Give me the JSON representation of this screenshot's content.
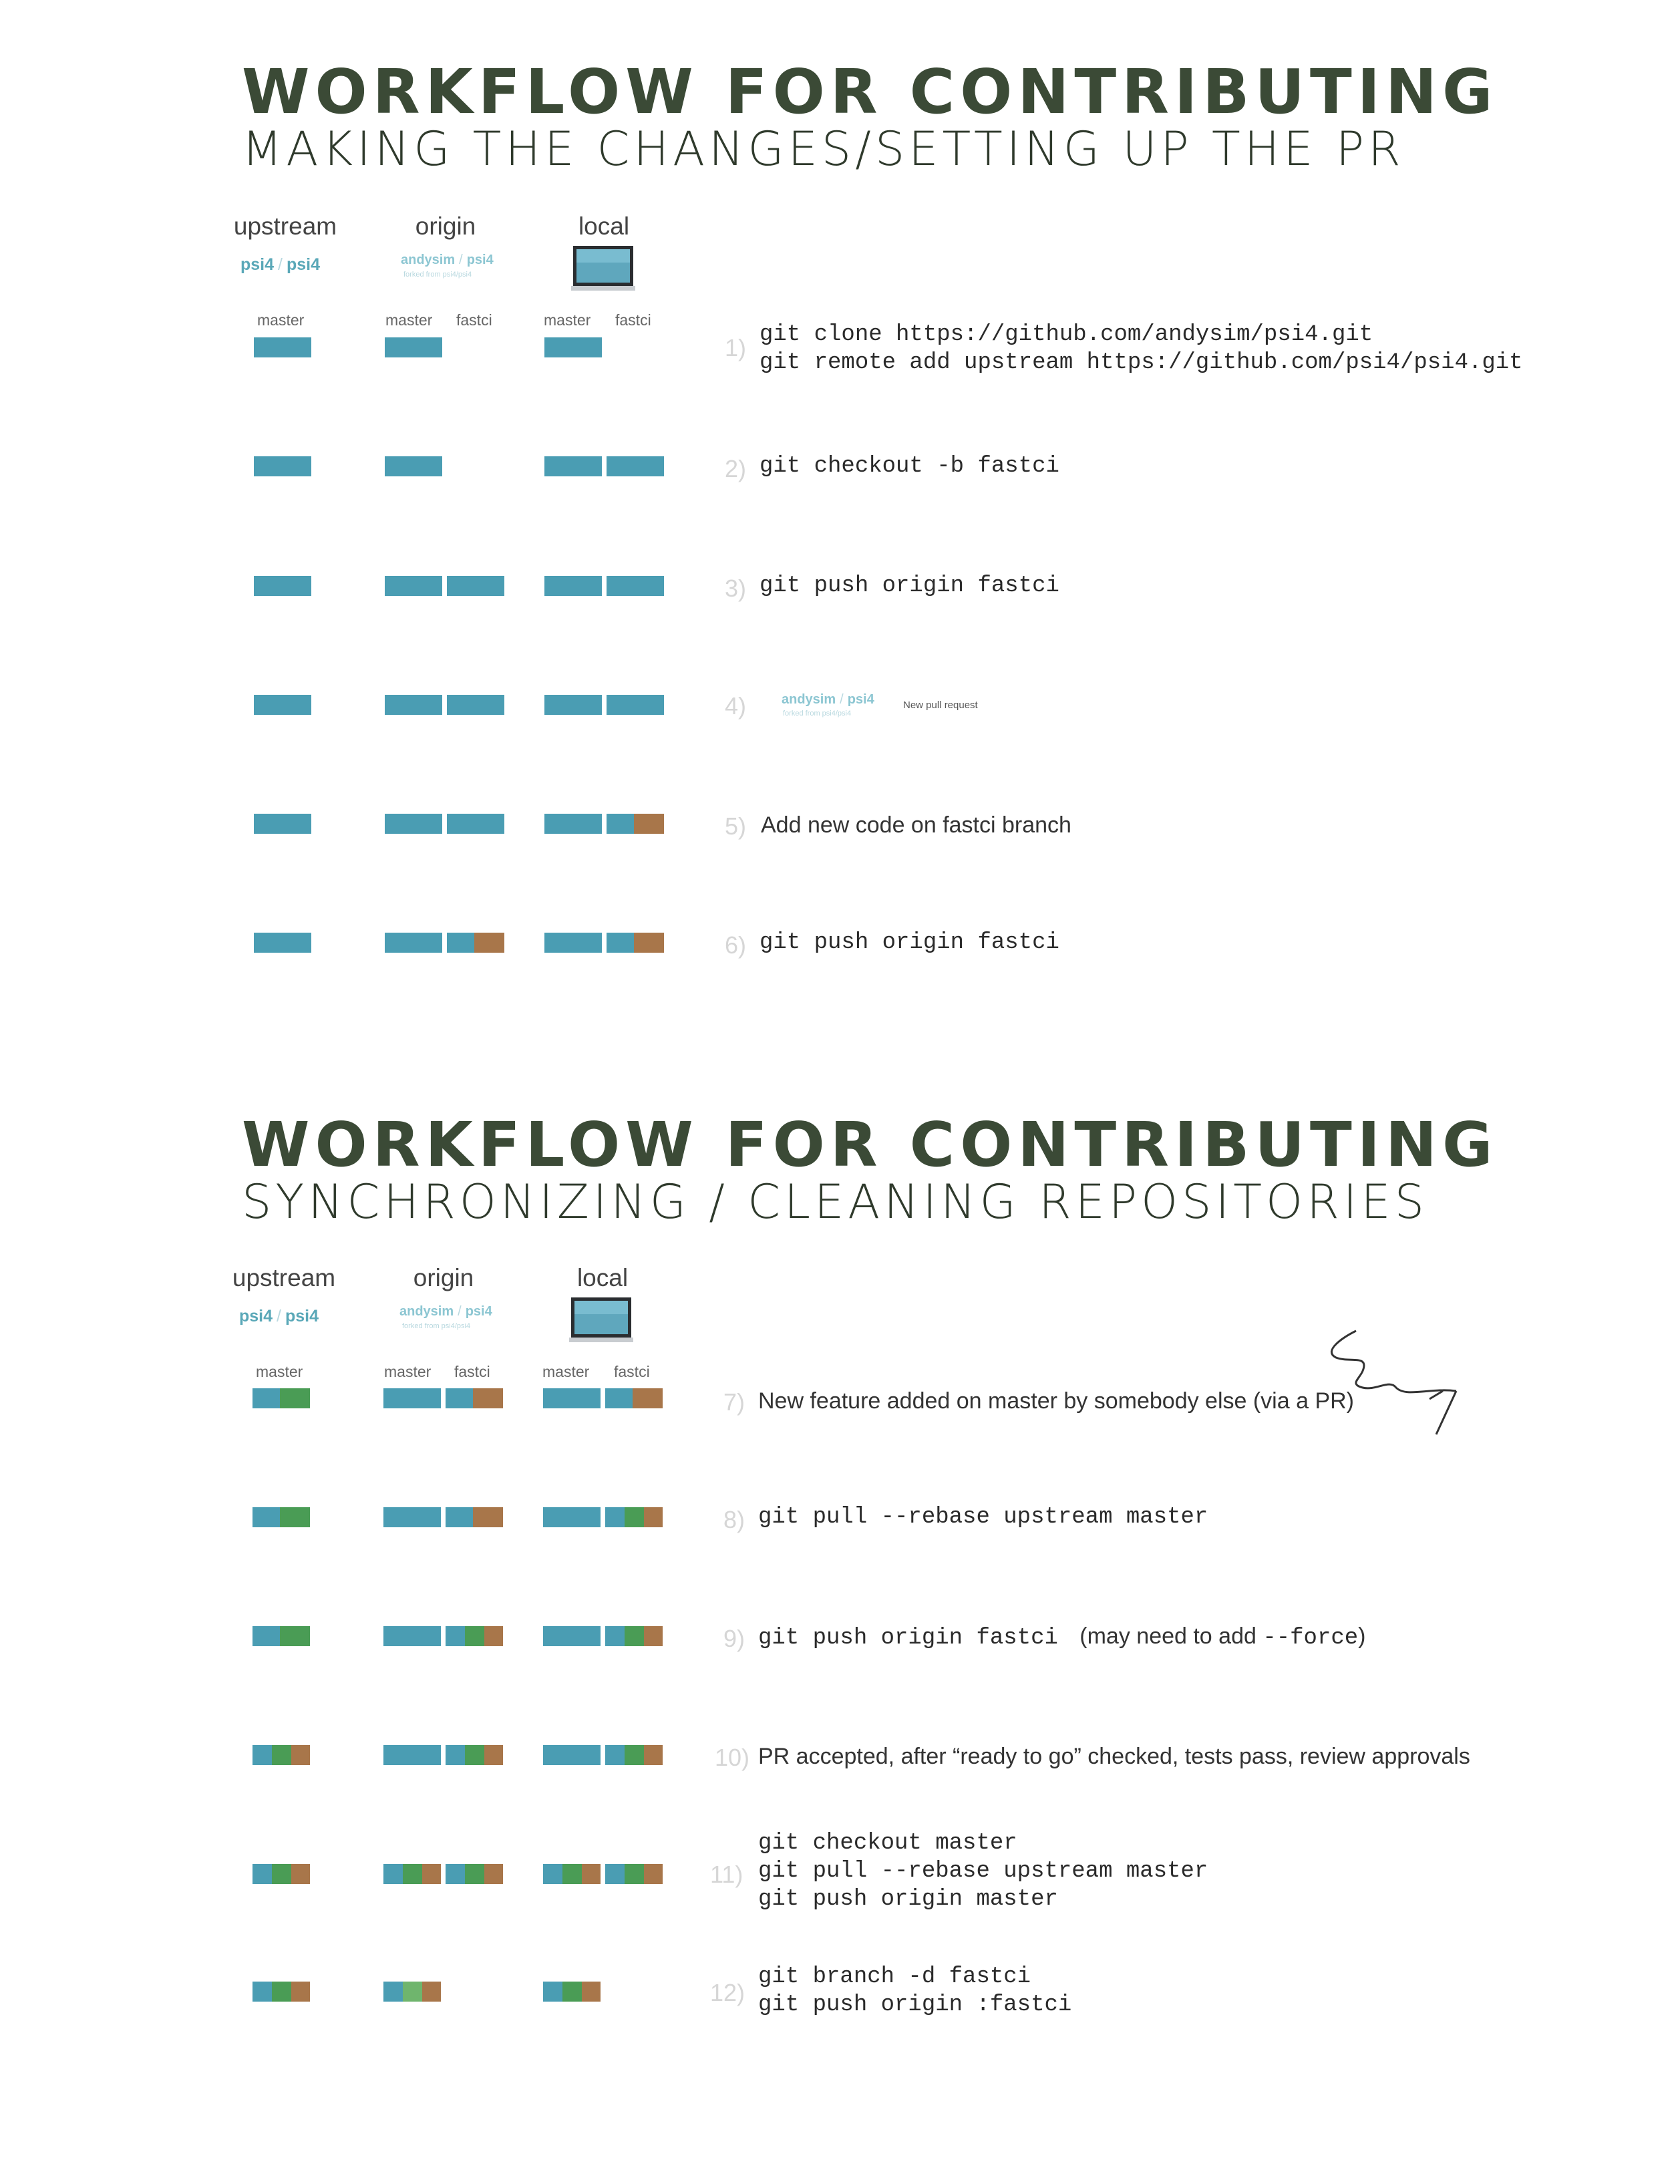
{
  "colors": {
    "base": "#4a9db3",
    "green": "#4a9c55",
    "brown": "#a8764a",
    "title": "#3b4a36"
  },
  "sections": [
    {
      "title": "WORKFLOW FOR CONTRIBUTING",
      "subtitle": "MAKING THE CHANGES/SETTING UP THE PR",
      "columns": {
        "upstream": "upstream",
        "origin": "origin",
        "local": "local"
      },
      "repos": {
        "upstream_owner": "psi4",
        "upstream_name": "psi4",
        "origin_owner": "andysim",
        "origin_name": "psi4",
        "forked_from": "forked from psi4/psi4"
      },
      "branch_labels": {
        "upstream_master": "master",
        "origin_master": "master",
        "origin_fastci": "fastci",
        "local_master": "master",
        "local_fastci": "fastci"
      },
      "steps": [
        {
          "num": "1)",
          "lines": [
            "git clone https://github.com/andysim/psi4.git",
            "git remote add upstream https://github.com/psi4/psi4.git"
          ]
        },
        {
          "num": "2)",
          "lines": [
            "git checkout -b fastci"
          ]
        },
        {
          "num": "3)",
          "lines": [
            "git push origin fastci"
          ]
        },
        {
          "num": "4)",
          "repo_owner": "andysim",
          "repo_name": "psi4",
          "forked_from": "forked from psi4/psi4",
          "pr_button": "New pull request"
        },
        {
          "num": "5)",
          "lines": [
            "Add new code on fastci branch"
          ]
        },
        {
          "num": "6)",
          "lines": [
            "git push origin fastci"
          ]
        }
      ]
    },
    {
      "title": "WORKFLOW FOR CONTRIBUTING",
      "subtitle": "SYNCHRONIZING / CLEANING REPOSITORIES",
      "columns": {
        "upstream": "upstream",
        "origin": "origin",
        "local": "local"
      },
      "repos": {
        "upstream_owner": "psi4",
        "upstream_name": "psi4",
        "origin_owner": "andysim",
        "origin_name": "psi4",
        "forked_from": "forked from psi4/psi4"
      },
      "branch_labels": {
        "upstream_master": "master",
        "origin_master": "master",
        "origin_fastci": "fastci",
        "local_master": "master",
        "local_fastci": "fastci"
      },
      "steps": [
        {
          "num": "7)",
          "lines": [
            "New feature added on master by somebody else (via a PR)"
          ]
        },
        {
          "num": "8)",
          "lines": [
            "git pull --rebase upstream master"
          ]
        },
        {
          "num": "9)",
          "lines": [
            "git push origin fastci"
          ],
          "note": "(may need to add ",
          "note_cmd": "--force",
          "note_end": ")"
        },
        {
          "num": "10)",
          "lines": [
            "PR accepted, after “ready to go” checked, tests pass, review approvals"
          ]
        },
        {
          "num": "11)",
          "lines": [
            "git checkout master",
            "git pull --rebase upstream master",
            "git push origin master"
          ]
        },
        {
          "num": "12)",
          "lines": [
            "git branch -d fastci",
            "git push origin :fastci"
          ]
        }
      ]
    }
  ]
}
